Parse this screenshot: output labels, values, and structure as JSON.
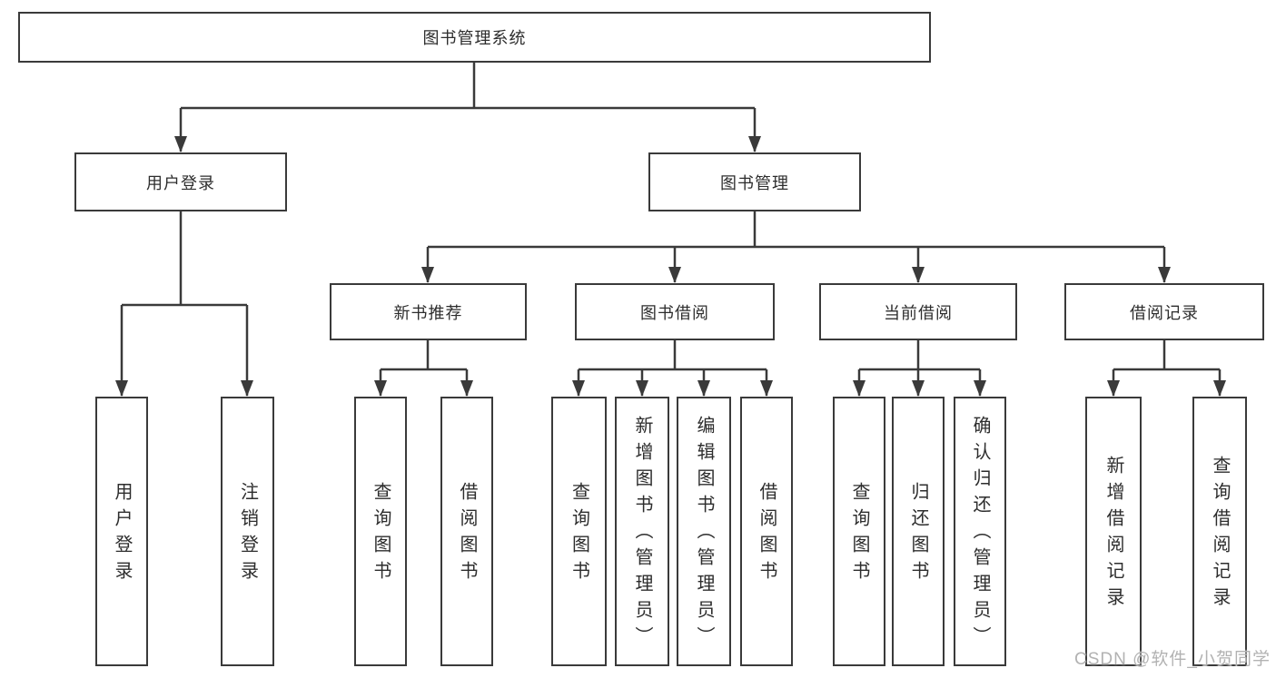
{
  "diagram": {
    "title": "图书管理系统",
    "branches": [
      {
        "label": "用户登录",
        "children": [
          {
            "label": "用户登录"
          },
          {
            "label": "注销登录"
          }
        ]
      },
      {
        "label": "图书管理",
        "children": [
          {
            "label": "新书推荐",
            "children": [
              {
                "label": "查询图书"
              },
              {
                "label": "借阅图书"
              }
            ]
          },
          {
            "label": "图书借阅",
            "children": [
              {
                "label": "查询图书"
              },
              {
                "label": "新增图书（管理员）"
              },
              {
                "label": "编辑图书（管理员）"
              },
              {
                "label": "借阅图书"
              }
            ]
          },
          {
            "label": "当前借阅",
            "children": [
              {
                "label": "查询图书"
              },
              {
                "label": "归还图书"
              },
              {
                "label": "确认归还（管理员）"
              }
            ]
          },
          {
            "label": "借阅记录",
            "children": [
              {
                "label": "新增借阅记录"
              },
              {
                "label": "查询借阅记录"
              }
            ]
          }
        ]
      }
    ]
  },
  "watermark": {
    "text": "CSDN @软件_小贺同学"
  },
  "colors": {
    "line": "#3a3a3a",
    "box_background": "#ffffff",
    "text": "#2d2d2d",
    "watermark": "#b2b2b2"
  }
}
